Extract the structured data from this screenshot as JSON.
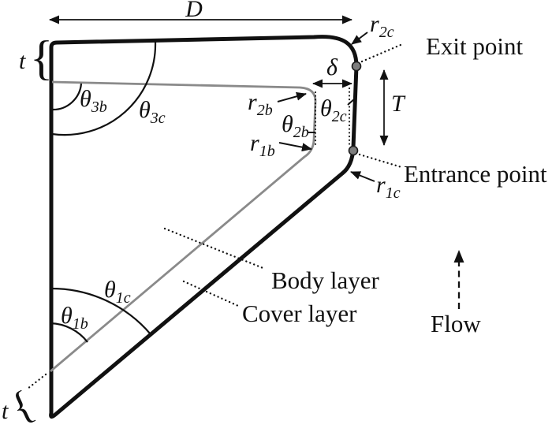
{
  "figure": {
    "type": "geometry-schematic",
    "description_visible_text_only": true
  },
  "colors": {
    "cover_line": "#111111",
    "body_line": "#8a8a8a",
    "point_dot_fill": "#7d7d7d",
    "background": "#ffffff"
  },
  "labels": {
    "D": "D",
    "t_top": "t",
    "t_bottom": "t",
    "delta": "δ",
    "T": "T",
    "flow": "Flow",
    "exit_point": "Exit point",
    "entrance_point": "Entrance point",
    "body_layer": "Body layer",
    "cover_layer": "Cover layer",
    "brace": "{",
    "r2c": {
      "main": "r",
      "sub": "2c"
    },
    "r2b": {
      "main": "r",
      "sub": "2b"
    },
    "r1b": {
      "main": "r",
      "sub": "1b"
    },
    "r1c": {
      "main": "r",
      "sub": "1c"
    },
    "theta3b": {
      "main": "θ",
      "sub": "3b"
    },
    "theta3c": {
      "main": "θ",
      "sub": "3c"
    },
    "theta2b": {
      "main": "θ",
      "sub": "2b"
    },
    "theta2c": {
      "main": "θ",
      "sub": "2c"
    },
    "theta1b": {
      "main": "θ",
      "sub": "1b"
    },
    "theta1c": {
      "main": "θ",
      "sub": "1c"
    }
  }
}
